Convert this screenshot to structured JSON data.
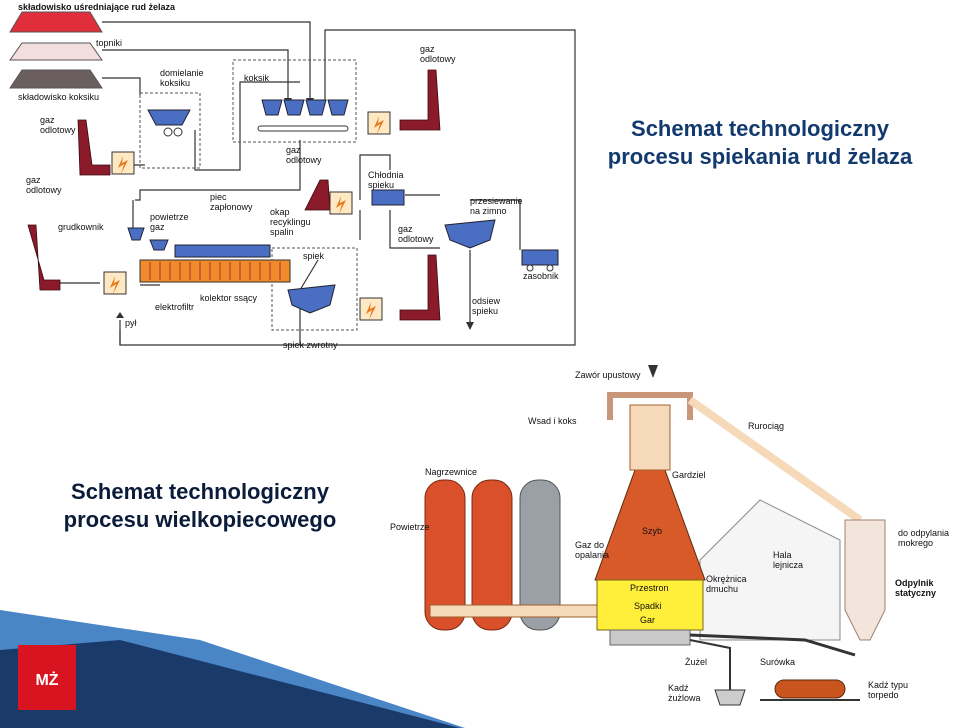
{
  "titles": {
    "sinter": "Schemat technologiczny procesu spiekania rud żelaza",
    "blast_furnace": "Schemat technologiczny procesu wielkopiecowego"
  },
  "sinter_labels": {
    "ore_yard": "składowisko uśredniające rud żelaza",
    "fluxes": "topniki",
    "coke_yard": "składowisko koksiku",
    "coke_crushing": "domielanie\nkoksiku",
    "coke_fine": "koksik",
    "waste_gas_1": "gaz\nodlotowy",
    "waste_gas_2": "gaz\nodlotowy",
    "waste_gas_3": "gaz\nodlotowy",
    "waste_gas_4": "gaz\nodlotowy",
    "waste_gas_5": "gaz\nodlotowy",
    "ignition_furnace": "piec\nzapłonowy",
    "pelletizer": "grudkownik",
    "air_gas": "powietrze\ngaz",
    "recycle_hood": "okap\nrecyklingu\nspalin",
    "sinter_cooler": "Chłodnia\nspieku",
    "cold_screening": "przesiewanie\nna zimno",
    "sinter": "spiek",
    "storage": "zasobnik",
    "suction_collector": "kolektor ssący",
    "electrofilter": "elektrofiltr",
    "dust": "pył",
    "sinter_screenings": "odsiew\nspieku",
    "return_sinter": "spiek zwrotny"
  },
  "furnace_labels": {
    "top_valve": "Zawór upustowy",
    "charge": "Wsad i koks",
    "pipeline": "Rurociąg",
    "stoves": "Nagrzewnice",
    "throat": "Gardziel",
    "blast_air": "Powietrze",
    "shaft": "Szyb",
    "heating_gas": "Gaz do\nopalania",
    "cleaning": "do odpylania\nmokrego",
    "cast_house": "Hala\nlejnicza",
    "belly": "Przestron",
    "tuyere_ring": "Okrężnica\ndmuchu",
    "dry_dust": "Odpylnik\nstatyczny",
    "bosh": "Spadki",
    "hearth": "Gar",
    "slag": "Żużel",
    "pig_iron": "Surówka",
    "slag_ladle": "Kadź\nżużlowa",
    "torpedo": "Kadź typu\ntorpedo"
  },
  "logo": {
    "text": "MŻ"
  },
  "colors": {
    "title_blue": "#123a6e",
    "equipment_blue": "#4a6fc2",
    "chimney_red": "#8b1a2a",
    "fire_orange": "#e87a1a",
    "stove_orange": "#d9502a",
    "dust_grey": "#c9c9c9"
  }
}
